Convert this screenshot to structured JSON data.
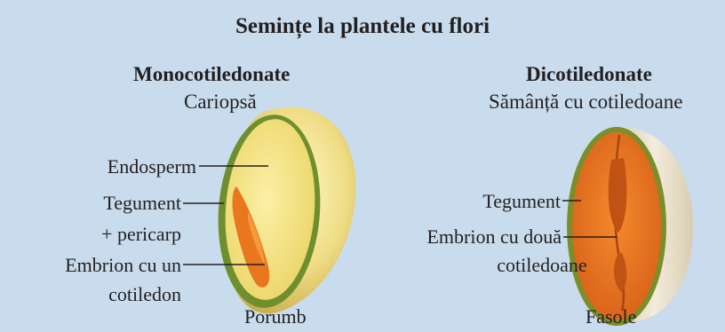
{
  "title": "Semințe la plantele cu flori",
  "left": {
    "heading": "Monocotiledonate",
    "subheading": "Cariopsă",
    "labels": {
      "endosperm": "Endosperm",
      "tegument_line1": "Tegument",
      "tegument_line2": "+ pericarp",
      "embryo_line1": "Embrion cu un",
      "embryo_line2": "cotiledon"
    },
    "caption": "Porumb"
  },
  "right": {
    "heading": "Dicotiledonate",
    "subheading": "Sămânță cu cotiledoane",
    "labels": {
      "tegument": "Tegument",
      "embryo_line1": "Embrion cu două",
      "embryo_line2": "cotiledoane"
    },
    "caption": "Fasole"
  },
  "colors": {
    "background": "#c9dced",
    "endosperm": "#f6e48a",
    "embryo": "#e8771e",
    "seed_coat": "#6f8e2d",
    "bean_flesh": "#ef7a1f",
    "bean_skin": "#ece3cf"
  }
}
